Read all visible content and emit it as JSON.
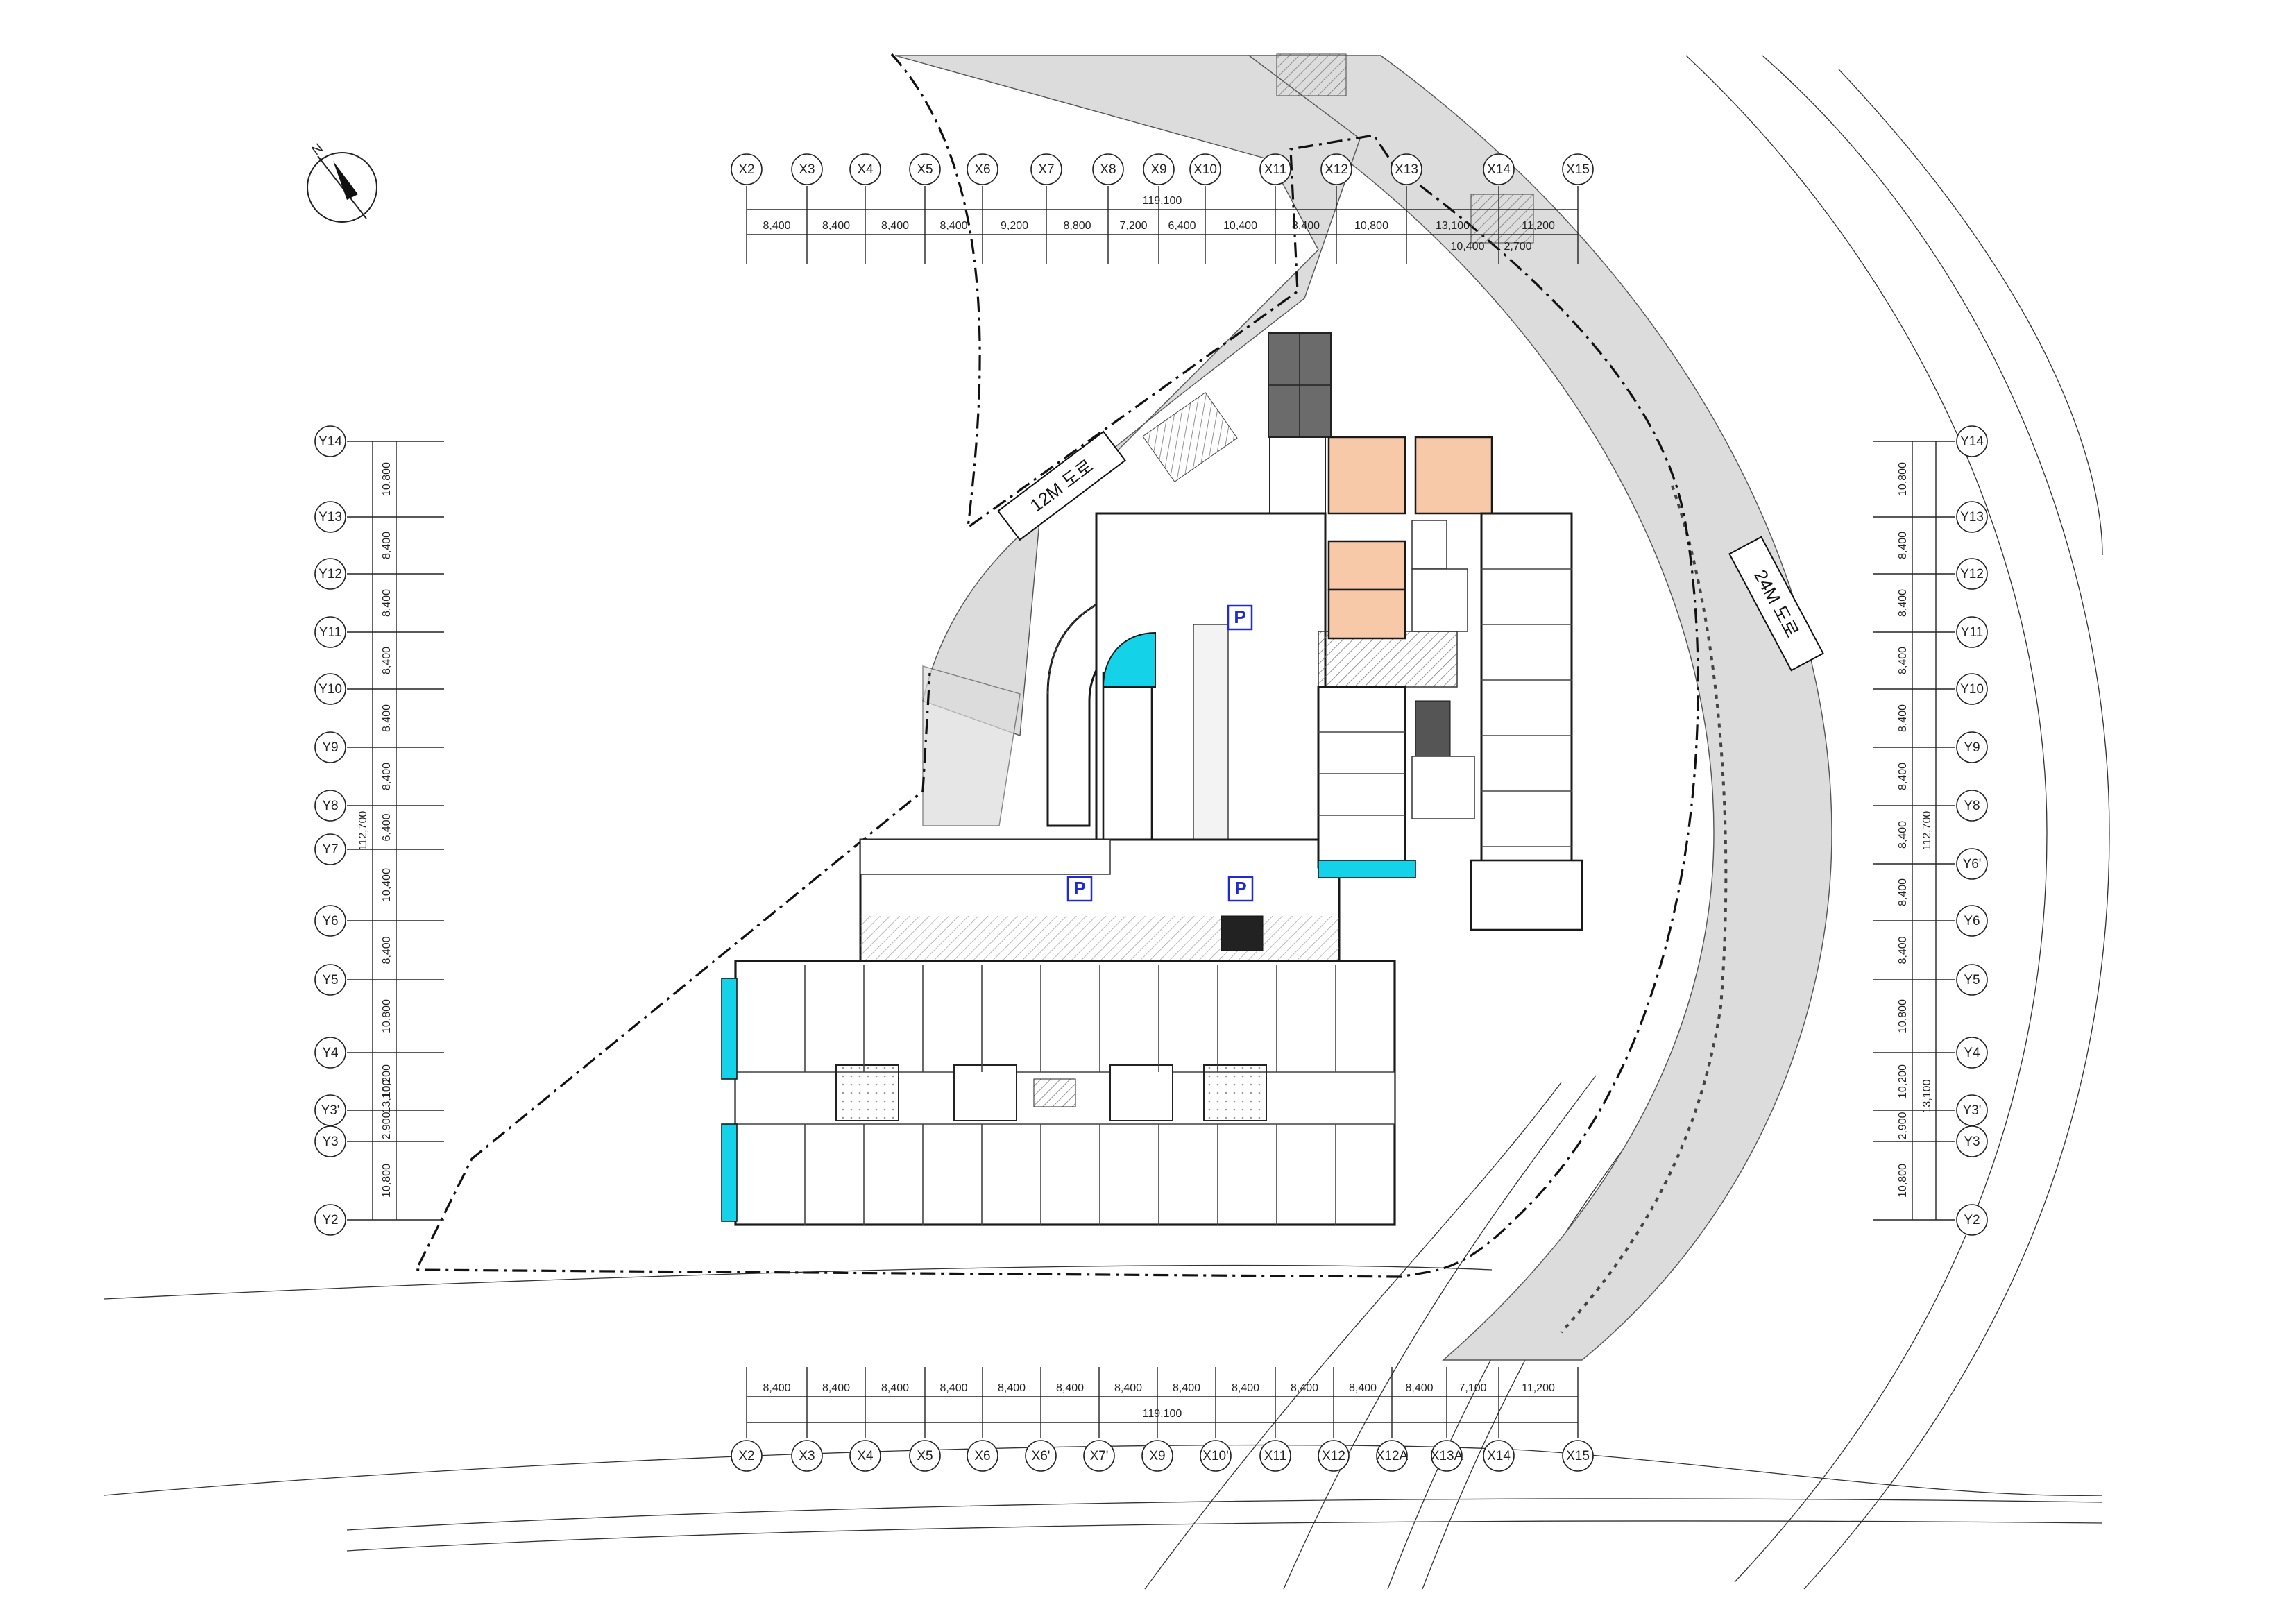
{
  "north_label": "N",
  "top_axes": [
    "X2",
    "X3",
    "X4",
    "X5",
    "X6",
    "X7",
    "X8",
    "X9",
    "X10",
    "X11",
    "X12",
    "X13",
    "X14",
    "X15"
  ],
  "top_dims": [
    "8,400",
    "8,400",
    "8,400",
    "8,400",
    "9,200",
    "8,800",
    "7,200",
    "6,400",
    "10,400",
    "8,400",
    "10,800",
    "13,100",
    "11,200"
  ],
  "top_total": "119,100",
  "top_subdims": [
    "10,400",
    "2,700"
  ],
  "bottom_axes": [
    "X2",
    "X3",
    "X4",
    "X5",
    "X6",
    "X6'",
    "X7'",
    "X9",
    "X10'",
    "X11",
    "X12",
    "X12A",
    "X13A",
    "X14",
    "X15"
  ],
  "bottom_dims": [
    "8,400",
    "8,400",
    "8,400",
    "8,400",
    "8,400",
    "8,400",
    "8,400",
    "8,400",
    "8,400",
    "8,400",
    "8,400",
    "8,400",
    "7,100",
    "11,200"
  ],
  "bottom_total": "119,100",
  "left_axes": [
    "Y14",
    "Y13",
    "Y12",
    "Y11",
    "Y10",
    "Y9",
    "Y8",
    "Y7",
    "Y6",
    "Y5",
    "Y4",
    "Y3'",
    "Y3",
    "Y2"
  ],
  "left_dims": [
    "10,800",
    "8,400",
    "8,400",
    "8,400",
    "8,400",
    "8,400",
    "6,400",
    "10,400",
    "8,400",
    "10,800",
    "10,200",
    "2,900",
    "10,800"
  ],
  "left_total": "112,700",
  "left_sub": "13,100",
  "right_axes": [
    "Y14",
    "Y13",
    "Y12",
    "Y11",
    "Y10",
    "Y9",
    "Y8",
    "Y6'",
    "Y6",
    "Y5",
    "Y4",
    "Y3'",
    "Y3",
    "Y2"
  ],
  "right_dims": [
    "10,800",
    "8,400",
    "8,400",
    "8,400",
    "8,400",
    "8,400",
    "8,400",
    "8,400",
    "8,400",
    "10,800",
    "10,200",
    "2,900",
    "10,800"
  ],
  "right_total": "112,700",
  "right_sub": "13,100",
  "roads": {
    "road_12m": "12M 도로",
    "road_24m": "24M 도로"
  },
  "parking_label": "P",
  "colors": {
    "cyan": "#14d2e8",
    "salmon": "#f7c9a9",
    "gray_block": "#6b6b6b",
    "road_fill": "#dcdcdc",
    "parking_blue": "#1f2bd1"
  }
}
